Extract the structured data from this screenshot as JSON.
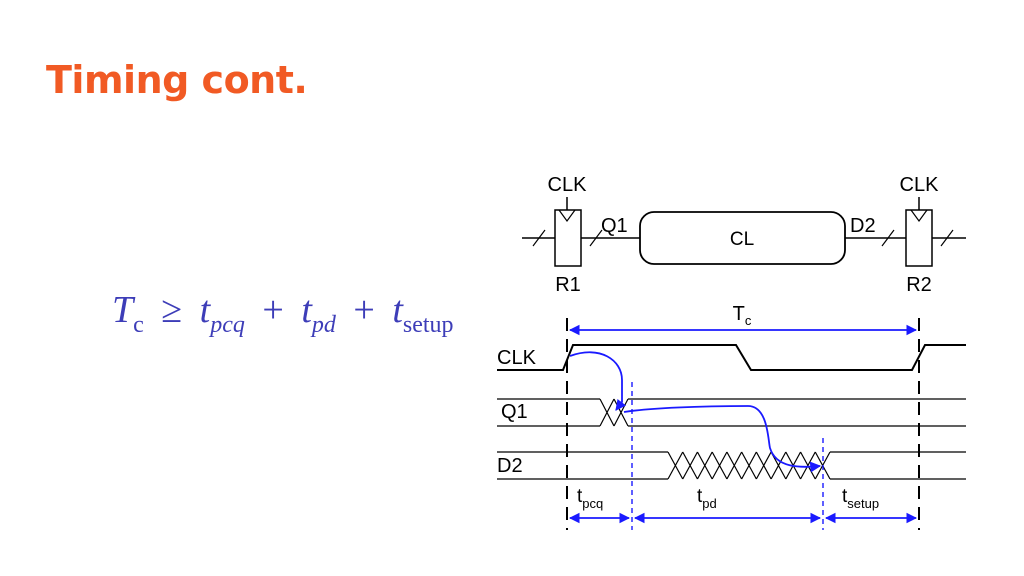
{
  "slide": {
    "title": "Timing cont."
  },
  "equation": {
    "lhs": "T",
    "lhs_sub": "c",
    "relation": "≥",
    "term1": "t",
    "term1_sub": "pcq",
    "plus1": "+",
    "term2": "t",
    "term2_sub": "pd",
    "plus2": "+",
    "term3": "t",
    "term3_sub": "setup"
  },
  "circuit": {
    "clk_left": "CLK",
    "clk_right": "CLK",
    "reg1": "R1",
    "reg2": "R2",
    "wire_q1": "Q1",
    "wire_d2": "D2",
    "block_label": "CL"
  },
  "waveform": {
    "period_label": "T",
    "period_sub": "c",
    "signal_clk": "CLK",
    "signal_q1": "Q1",
    "signal_d2": "D2",
    "tpcq": "t",
    "tpcq_sub": "pcq",
    "tpd": "t",
    "tpd_sub": "pd",
    "tsetup": "t",
    "tsetup_sub": "setup"
  },
  "colors": {
    "title": "#f15a24",
    "equation": "#3d3db8",
    "arrow": "#1a1aff"
  }
}
